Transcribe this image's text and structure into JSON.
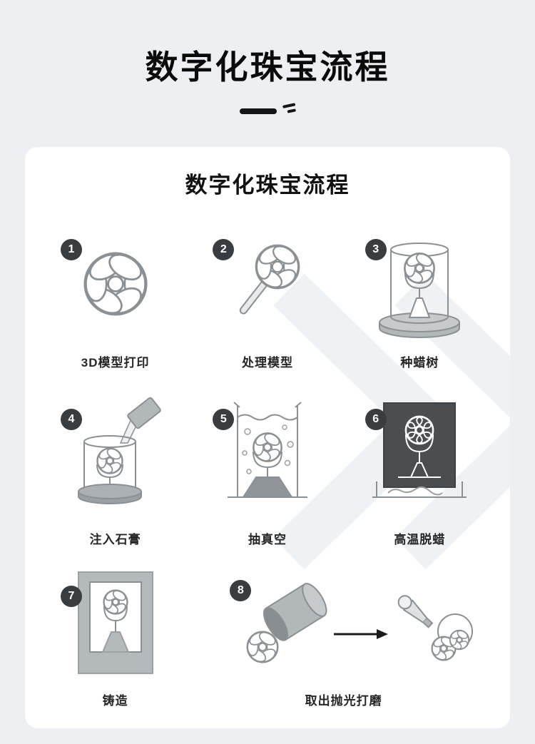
{
  "page": {
    "title": "数字化珠宝流程"
  },
  "card": {
    "title": "数字化珠宝流程",
    "steps": [
      {
        "number": "1",
        "label": "3D模型打印",
        "icon": "printed-ring-model-illustration"
      },
      {
        "number": "2",
        "label": "处理模型",
        "icon": "model-on-sprue-illustration"
      },
      {
        "number": "3",
        "label": "种蜡树",
        "icon": "wax-tree-in-flask-illustration"
      },
      {
        "number": "4",
        "label": "注入石膏",
        "icon": "pour-plaster-into-flask-illustration"
      },
      {
        "number": "5",
        "label": "抽真空",
        "icon": "vacuum-degas-illustration"
      },
      {
        "number": "6",
        "label": "高温脱蜡",
        "icon": "burnout-dewax-oven-illustration"
      },
      {
        "number": "7",
        "label": "铸造",
        "icon": "casting-mold-illustration"
      },
      {
        "number": "8",
        "label": "取出抛光打磨",
        "icon": "remove-and-polish-illustration"
      }
    ]
  },
  "colors": {
    "background": "#edeff2",
    "card": "#ffffff",
    "badge": "#3a3d40",
    "text": "#1c1c1c",
    "line_art": "#8b9094",
    "fill_gray": "#b2b7ba",
    "dark_gray": "#4a4e51",
    "watermark": "#eef2f5"
  }
}
